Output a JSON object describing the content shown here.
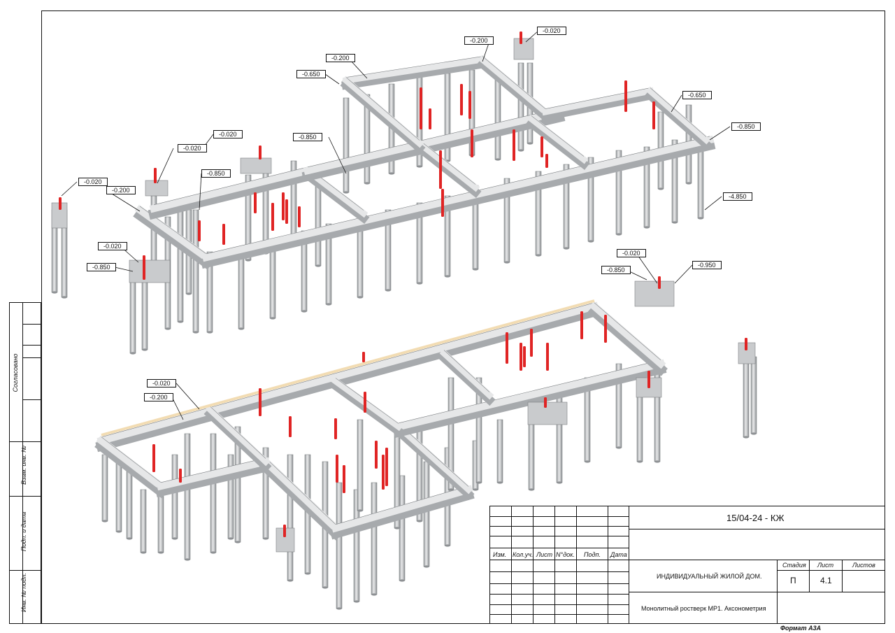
{
  "drawing": {
    "elevation_labels_upper": [
      "-0.200",
      "-0.020",
      "-0.200",
      "-0.650",
      "-0.650",
      "-0.850",
      "-0.850",
      "-0.020",
      "-0.020",
      "-0.850",
      "-0.020",
      "-0.200",
      "-0.020",
      "-0.850",
      "-4.850"
    ],
    "elevation_labels_lower": [
      "-0.020",
      "-0.850",
      "-0.950",
      "-0.020",
      "-0.200"
    ]
  },
  "side_stamp": {
    "approved": "Согласовано",
    "replaced_inv": "Взам. инв. №",
    "signature_date": "Подп. и дата",
    "inv_original": "Инв. № подл."
  },
  "title_block": {
    "headers": {
      "izm": "Изм.",
      "kol_uch": "Кол.уч.",
      "list": "Лист",
      "n_dok": "N°док.",
      "podp": "Подп.",
      "data": "Дата"
    },
    "code": "15/04-24 - КЖ",
    "object": "ИНДИВИДУАЛЬНЫЙ ЖИЛОЙ ДОМ.",
    "sheet_title": "Монолитный ростверк МР1. Аксонометрия",
    "stage_label": "Стадия",
    "sheet_label": "Лист",
    "sheets_label": "Листов",
    "stage": "П",
    "sheet": "4.1",
    "sheets": ""
  },
  "format": "Формат А3А",
  "colors": {
    "frame": "#111111",
    "concrete_light": "#e6e7e8",
    "concrete_mid": "#c9cbcd",
    "concrete_dark": "#a7aaad",
    "rebar": "#e02424",
    "formwork": "#f2dcb3"
  }
}
